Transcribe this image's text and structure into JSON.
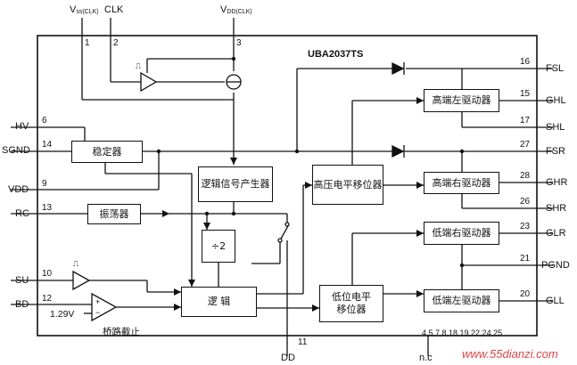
{
  "chip": {
    "name": "UBA2037TS"
  },
  "top_pins": {
    "vdd_clk_label": "V",
    "vdd_clk_sub": "DD(CLK)",
    "vss_clk_label": "V",
    "vss_clk_sub": "ss(CLK)",
    "clk_label": "CLK",
    "pin1": "1",
    "pin2": "2",
    "pin3": "3"
  },
  "left_pins": {
    "hv": "HV",
    "hv_num": "6",
    "sgnd": "SGND",
    "sgnd_num": "14",
    "vdd": "VDD",
    "vdd_num": "9",
    "rc": "RC",
    "rc_num": "13",
    "su": "SU",
    "su_num": "10",
    "bd": "BD",
    "bd_num": "12",
    "ref_voltage": "1.29V"
  },
  "right_pins": {
    "fsl": "FSL",
    "fsl_num": "16",
    "ghl": "GHL",
    "ghl_num": "15",
    "shl": "SHL",
    "shl_num": "17",
    "fsr": "FSR",
    "fsr_num": "27",
    "ghr": "GHR",
    "ghr_num": "28",
    "shr": "SHR",
    "shr_num": "26",
    "glr": "GLR",
    "glr_num": "23",
    "pgnd": "PGND",
    "pgnd_num": "21",
    "gll": "GLL",
    "gll_num": "20"
  },
  "bottom_pins": {
    "dd": "DD",
    "dd_num": "11",
    "nc": "n.c",
    "nc_nums": "4,5,7,8,18,19,22,24,25"
  },
  "blocks": {
    "stabilizer": "稳定器",
    "logic_signal_gen": "逻辑信号产生器",
    "oscillator": "振荡器",
    "divider": "÷2",
    "logic": "逻  辑",
    "hv_level_shifter": "高压电平移位器",
    "lv_level_shifter_line1": "低位电平",
    "lv_level_shifter_line2": "移位器",
    "high_left_driver": "高端左驱动器",
    "high_right_driver": "高端右驱动器",
    "low_right_driver": "低端右驱动器",
    "low_left_driver": "低端左驱动器"
  },
  "annotations": {
    "bridge_disable": "桥路截止",
    "schmitt_clk": "⎍",
    "schmitt_su": "⎍"
  },
  "watermark": "www.55dianzi.com"
}
